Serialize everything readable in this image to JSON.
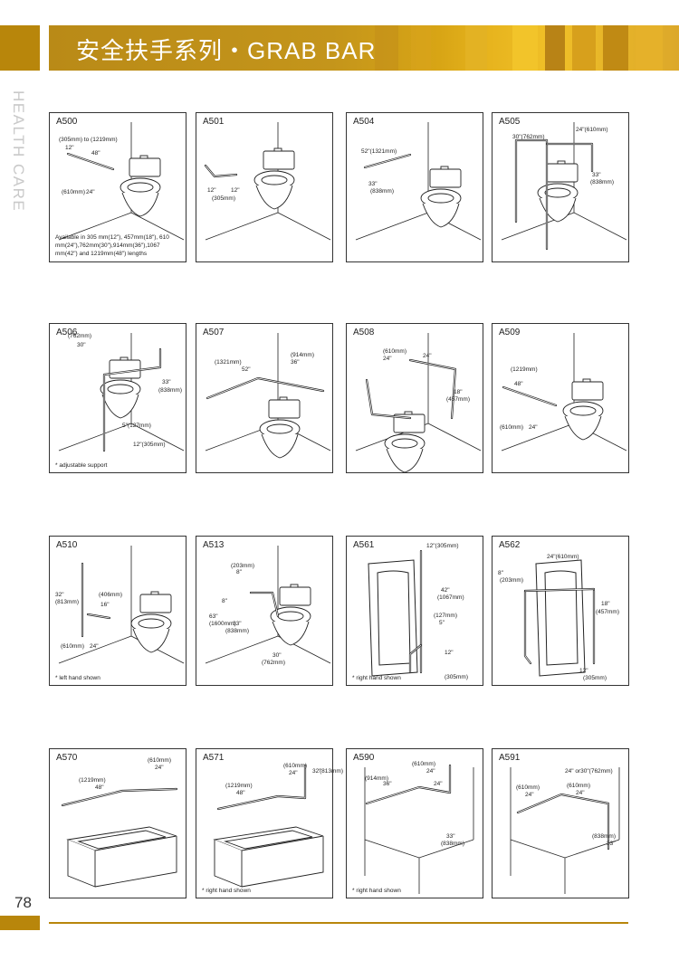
{
  "header": {
    "title": "安全扶手系列・GRAB BAR"
  },
  "side_label": "HEALTH CARE",
  "page_number": "78",
  "colors": {
    "gold": "#b8860b",
    "title_text": "#ffffff",
    "side_label": "#c9c9c9"
  },
  "panels": [
    {
      "code": "A500",
      "dims": [
        "(305mm) to (1219mm)",
        "12\"",
        "48\"",
        "(610mm)",
        "24\""
      ],
      "note": "Available in 305 mm(12\"), 457mm(18\"), 610 mm(24\"),762mm(30\"),914mm(36\"),1067 mm(42\") and 1219mm(48\") lengths"
    },
    {
      "code": "A501",
      "dims": [
        "12\"",
        "12\"",
        "(305mm)"
      ]
    },
    {
      "code": "A504",
      "dims": [
        "52\"(1321mm)",
        "33\"",
        "(838mm)"
      ]
    },
    {
      "code": "A505",
      "dims": [
        "24\"(610mm)",
        "30\"(762mm)",
        "33\"",
        "(838mm)"
      ]
    },
    {
      "code": "A506",
      "dims": [
        "(762mm)",
        "30\"",
        "33\"",
        "(838mm)",
        "5\"(127mm)",
        "12\"(305mm)"
      ],
      "note": "* adjustable support"
    },
    {
      "code": "A507",
      "dims": [
        "(914mm)",
        "36\"",
        "(1321mm)",
        "52\""
      ]
    },
    {
      "code": "A508",
      "dims": [
        "(610mm)",
        "24\"",
        "24\"",
        "18\"",
        "(457mm)"
      ]
    },
    {
      "code": "A509",
      "dims": [
        "(1219mm)",
        "48\"",
        "(610mm)",
        "24\""
      ]
    },
    {
      "code": "A510",
      "dims": [
        "32\"",
        "(813mm)",
        "(406mm)",
        "16\"",
        "(610mm)",
        "24\""
      ],
      "note": "* left hand shown"
    },
    {
      "code": "A513",
      "dims": [
        "(203mm)",
        "8\"",
        "8\"",
        "63\"",
        "(1600mm)",
        "33\"",
        "(838mm)",
        "30\"",
        "(762mm)"
      ]
    },
    {
      "code": "A561",
      "dims": [
        "12\"(305mm)",
        "42\"",
        "(1067mm)",
        "(127mm)",
        "5\"",
        "12\"",
        "(305mm)"
      ],
      "note": "* right hand shown"
    },
    {
      "code": "A562",
      "dims": [
        "24\"(610mm)",
        "8\"",
        "(203mm)",
        "18\"",
        "(457mm)",
        "12\"",
        "(305mm)"
      ]
    },
    {
      "code": "A570",
      "dims": [
        "(610mm)",
        "24\"",
        "(1219mm)",
        "48\""
      ]
    },
    {
      "code": "A571",
      "dims": [
        "(610mm)",
        "24\"",
        "(1219mm)",
        "48\"",
        "32\"",
        "(813mm)"
      ],
      "note": "* right hand shown"
    },
    {
      "code": "A590",
      "dims": [
        "(610mm)",
        "24\"",
        "(914mm)",
        "36\"",
        "24\"",
        "33\"",
        "(838mm)"
      ],
      "note": "* right hand shown"
    },
    {
      "code": "A591",
      "dims": [
        "24\" or30\"(762mm)",
        "(610mm)",
        "24\"",
        "(610mm)",
        "24\"",
        "(838mm)",
        "33\""
      ]
    }
  ]
}
